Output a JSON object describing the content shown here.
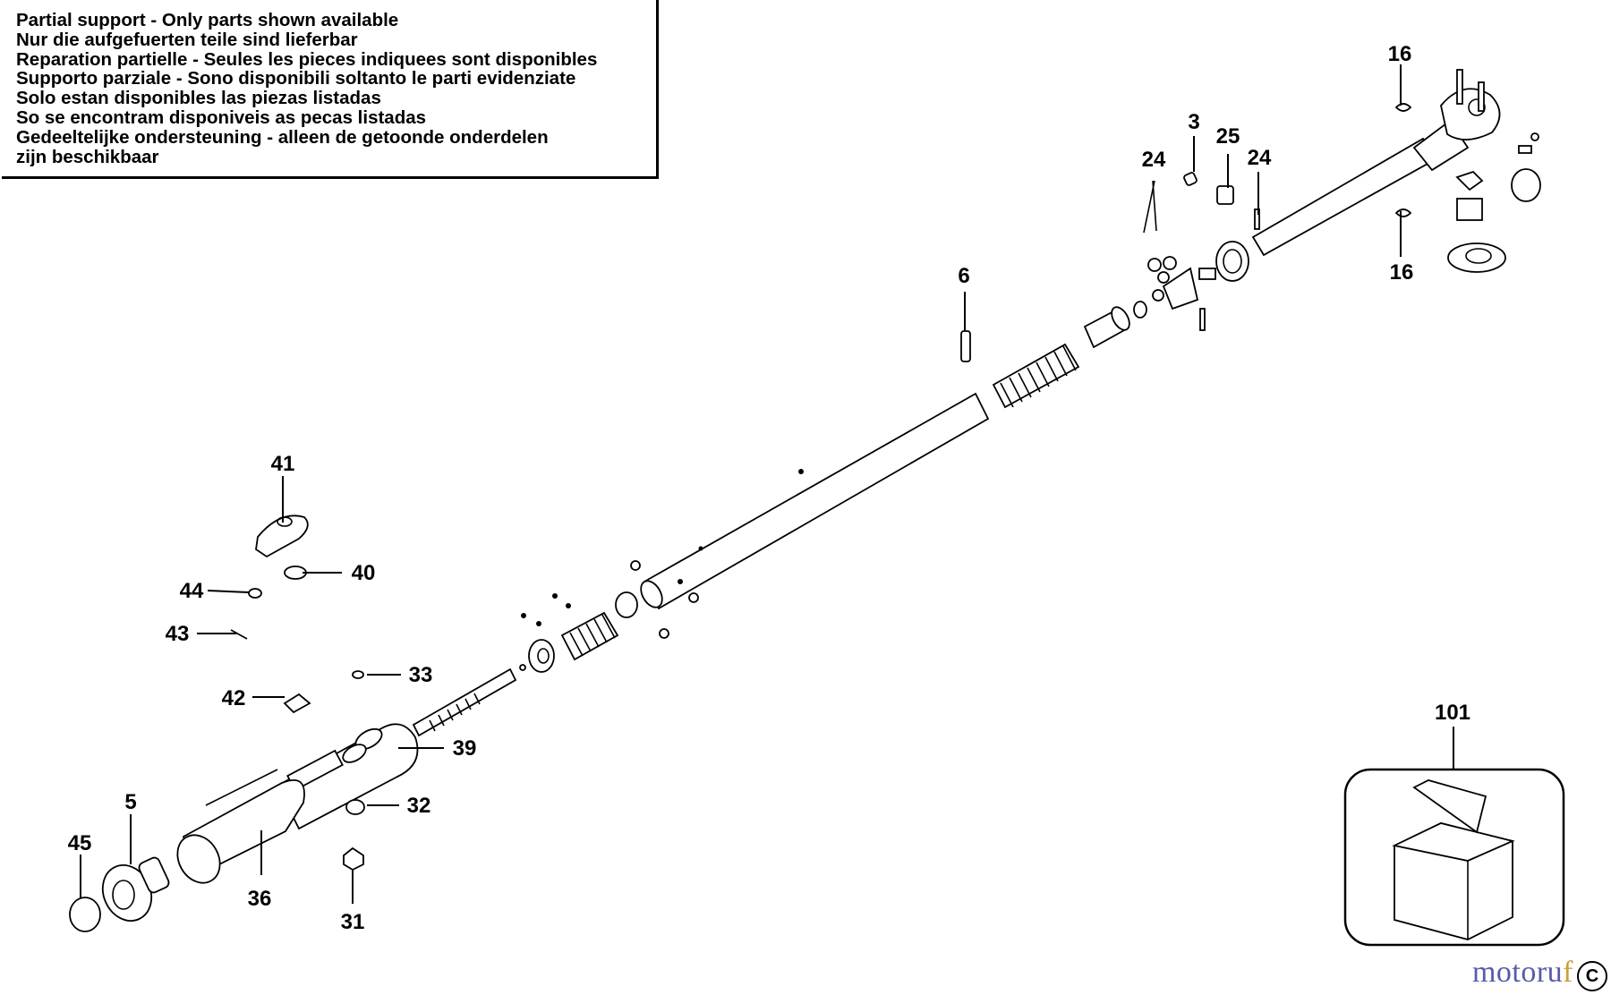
{
  "notice": {
    "lines": [
      "Partial support - Only parts shown available",
      "Nur die aufgefuerten teile sind lieferbar",
      "Reparation partielle - Seules les pieces indiquees sont disponibles",
      "Supporto parziale - Sono disponibili soltanto le parti evidenziate",
      "Solo estan disponibles las piezas listadas",
      "So se encontram disponiveis as pecas listadas",
      "Gedeeltelijke ondersteuning - alleen de getoonde onderdelen",
      "zijn beschikbaar"
    ]
  },
  "callouts": {
    "c16a": "16",
    "c16b": "16",
    "c3": "3",
    "c25": "25",
    "c24a": "24",
    "c24b": "24",
    "c6": "6",
    "c41": "41",
    "c40": "40",
    "c44": "44",
    "c43": "43",
    "c33": "33",
    "c42": "42",
    "c39": "39",
    "c32": "32",
    "c5": "5",
    "c45": "45",
    "c36": "36",
    "c31": "31",
    "c101": "101"
  },
  "brand": {
    "part1": "motoru",
    "part2": "f",
    "corner": "C"
  }
}
